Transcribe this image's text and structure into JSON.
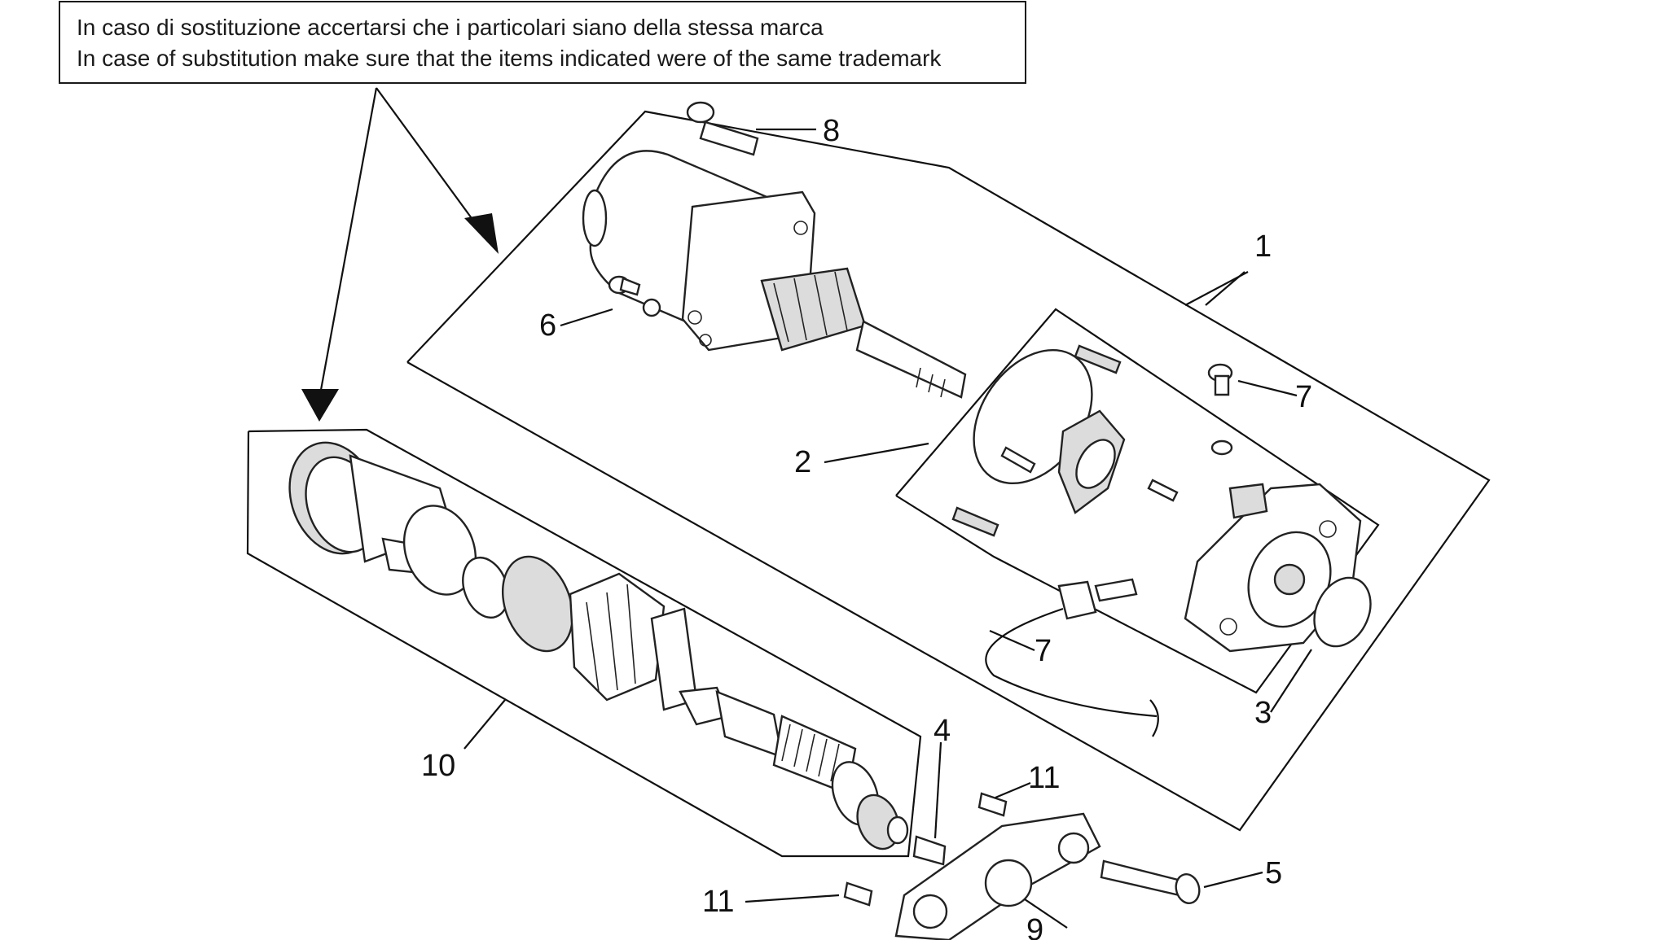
{
  "note": {
    "line_it": "In caso di sostituzione accertarsi che i particolari siano della stessa marca",
    "line_en": "In case of substitution make sure that the items indicated were of the same trademark"
  },
  "callouts": {
    "c1": "1",
    "c2": "2",
    "c3": "3",
    "c4": "4",
    "c5": "5",
    "c6": "6",
    "c7a": "7",
    "c7b": "7",
    "c8": "8",
    "c9": "9",
    "c10": "10",
    "c11a": "11",
    "c11b": "11"
  }
}
